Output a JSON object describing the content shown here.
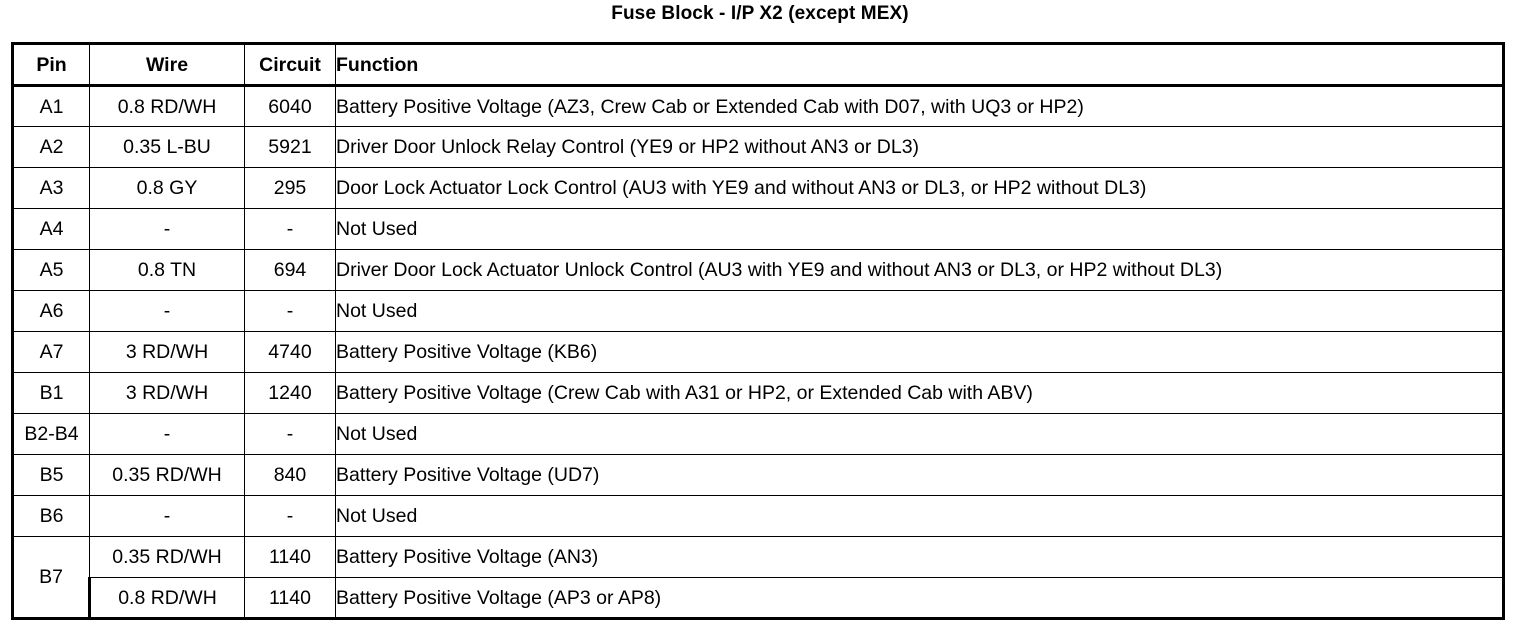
{
  "document": {
    "title": "Fuse Block - I/P X2 (except MEX)"
  },
  "table": {
    "columns": [
      "Pin",
      "Wire",
      "Circuit",
      "Function"
    ],
    "rows": [
      {
        "pin": "A1",
        "wire": "0.8 RD/WH",
        "circuit": "6040",
        "function": "Battery Positive Voltage (AZ3, Crew Cab or Extended Cab with D07, with UQ3 or HP2)"
      },
      {
        "pin": "A2",
        "wire": "0.35 L-BU",
        "circuit": "5921",
        "function": "Driver Door Unlock Relay Control (YE9 or HP2 without AN3 or DL3)"
      },
      {
        "pin": "A3",
        "wire": "0.8 GY",
        "circuit": "295",
        "function": "Door Lock Actuator Lock Control (AU3 with YE9 and without AN3 or DL3, or HP2 without DL3)"
      },
      {
        "pin": "A4",
        "wire": "-",
        "circuit": "-",
        "function": "Not Used"
      },
      {
        "pin": "A5",
        "wire": "0.8 TN",
        "circuit": "694",
        "function": "Driver Door Lock Actuator Unlock Control (AU3 with YE9 and without AN3 or DL3, or HP2 without DL3)"
      },
      {
        "pin": "A6",
        "wire": "-",
        "circuit": "-",
        "function": "Not Used"
      },
      {
        "pin": "A7",
        "wire": "3 RD/WH",
        "circuit": "4740",
        "function": "Battery Positive Voltage (KB6)"
      },
      {
        "pin": "B1",
        "wire": "3 RD/WH",
        "circuit": "1240",
        "function": "Battery Positive Voltage (Crew Cab with A31 or HP2, or Extended Cab with ABV)"
      },
      {
        "pin": "B2-B4",
        "wire": "-",
        "circuit": "-",
        "function": "Not Used"
      },
      {
        "pin": "B5",
        "wire": "0.35 RD/WH",
        "circuit": "840",
        "function": "Battery Positive Voltage (UD7)"
      },
      {
        "pin": "B6",
        "wire": "-",
        "circuit": "-",
        "function": "Not Used"
      }
    ],
    "merged_row": {
      "pin": "B7",
      "subrows": [
        {
          "wire": "0.35 RD/WH",
          "circuit": "1140",
          "function": "Battery Positive Voltage (AN3)"
        },
        {
          "wire": "0.8 RD/WH",
          "circuit": "1140",
          "function": "Battery Positive Voltage (AP3 or AP8)"
        }
      ]
    }
  }
}
